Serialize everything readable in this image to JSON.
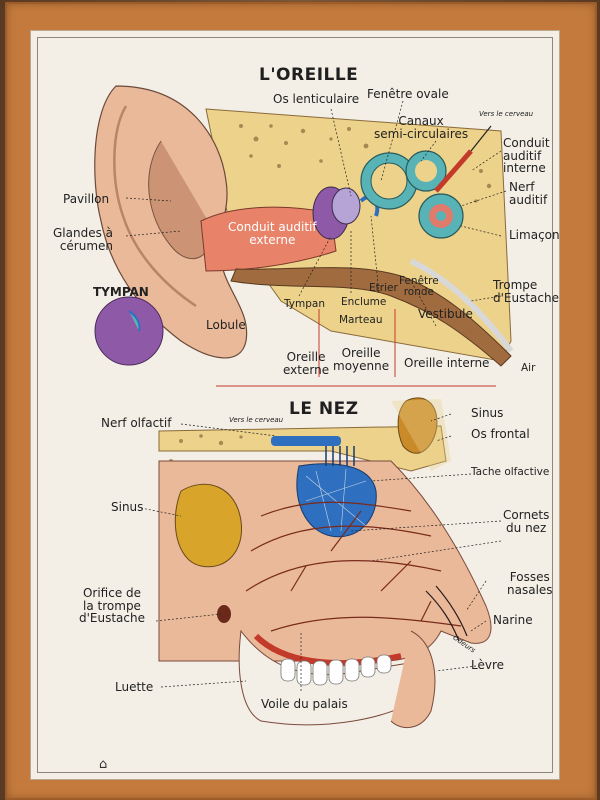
{
  "ear": {
    "title": "L'OREILLE",
    "labels": {
      "os_lenticulaire": "Os lenticulaire",
      "fenetre_ovale": "Fenêtre ovale",
      "canaux": "Canaux\nsemi-circulaires",
      "vers_cerveau": "Vers le cerveau",
      "conduit_interne": "Conduit\nauditif\ninterne",
      "nerf_auditif": "Nerf\nauditif",
      "pavillon": "Pavillon",
      "glandes": "Glandes à\ncérumen",
      "conduit_externe": "Conduit auditif\nexterne",
      "limacon": "Limaçon",
      "tympan_title": "TYMPAN",
      "trompe": "Trompe\nd'Eustache",
      "lobule": "Lobule",
      "tympan": "Tympan",
      "enclume": "Enclume",
      "marteau": "Marteau",
      "etrier": "Etrier",
      "fenetre_ronde": "Fenêtre\nronde",
      "vestibule": "Vestibule",
      "air": "Air",
      "oreille_externe": "Oreille\nexterne",
      "oreille_moyenne": "Oreille\nmoyenne",
      "oreille_interne": "Oreille interne"
    }
  },
  "nose": {
    "title": "LE NEZ",
    "labels": {
      "nerf_olfactif": "Nerf olfactif",
      "vers_cerveau": "Vers le cerveau",
      "sinus_top": "Sinus",
      "os_frontal": "Os frontal",
      "tache": "Tache olfactive",
      "sinus_left": "Sinus",
      "cornets": "Cornets\ndu nez",
      "orifice": "Orifice de\nla trompe\nd'Eustache",
      "fosses": "Fosses\nnasales",
      "narine": "Narine",
      "odeurs": "Odeurs",
      "luette": "Luette",
      "levre": "Lèvre",
      "voile": "Voile du palais"
    }
  },
  "colors": {
    "skin": "#e9b99a",
    "bone": "#ecd28a",
    "canal": "#e8836a",
    "purple": "#8e5aa8",
    "teal": "#58b3b7",
    "blue": "#2f6fc0",
    "frame": "#c47a3c"
  },
  "logo": "⌂"
}
